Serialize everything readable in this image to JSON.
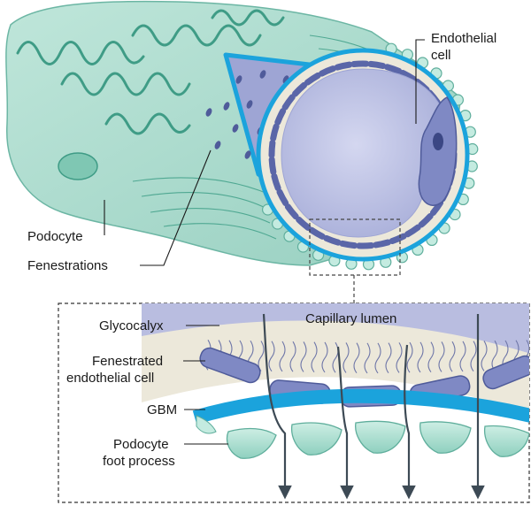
{
  "labels": {
    "endothelial_cell": [
      "Endothelial",
      "cell"
    ],
    "podocyte": "Podocyte",
    "fenestrations": "Fenestrations",
    "capillary_lumen": "Capillary lumen",
    "glycocalyx": "Glycocalyx",
    "fenestrated_endothelial_cell": [
      "Fenestrated",
      "endothelial cell"
    ],
    "gbm": "GBM",
    "podocyte_foot_process": [
      "Podocyte",
      "foot process"
    ]
  },
  "colors": {
    "podocyte_fill": "#a9d9cb",
    "podocyte_stroke": "#5fae9c",
    "gbm_blue": "#1ba3dc",
    "lumen_blue": "#b9bde0",
    "endothelial_fill": "#7f89c4",
    "endothelial_stroke": "#4f5b9a",
    "glycocalyx_cream": "#ece8da",
    "arrow": "#3d4a55"
  }
}
